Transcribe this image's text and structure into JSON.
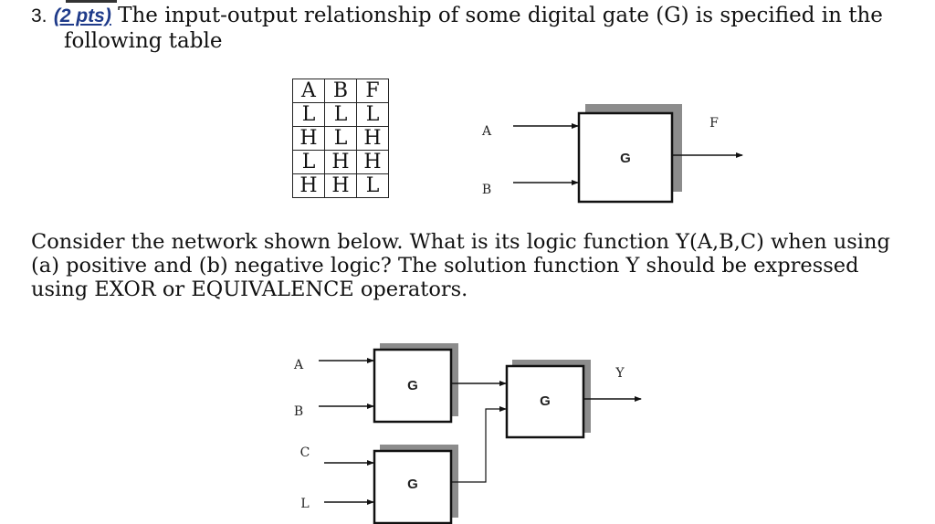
{
  "problem": {
    "number": "3.",
    "points": "(2 pts)",
    "line1": " The input-output relationship of some digital gate (G) is specified in the",
    "line2": "following table"
  },
  "truth_table": {
    "headers": [
      "A",
      "B",
      "F"
    ],
    "rows": [
      [
        "L",
        "L",
        "L"
      ],
      [
        "H",
        "L",
        "H"
      ],
      [
        "L",
        "H",
        "H"
      ],
      [
        "H",
        "H",
        "L"
      ]
    ]
  },
  "gate_diagram": {
    "input_a": "A",
    "input_b": "B",
    "output": "F",
    "gate_label": "G"
  },
  "question": {
    "text": "Consider the network shown below. What is its logic function Y(A,B,C) when using (a) positive and (b) negative logic? The solution function Y should be expressed using EXOR or EQUIVALENCE operators."
  },
  "network": {
    "inputs": [
      "A",
      "B",
      "C",
      "L"
    ],
    "output": "Y",
    "gate1_label": "G",
    "gate2_label": "G",
    "gate3_label": "G"
  }
}
